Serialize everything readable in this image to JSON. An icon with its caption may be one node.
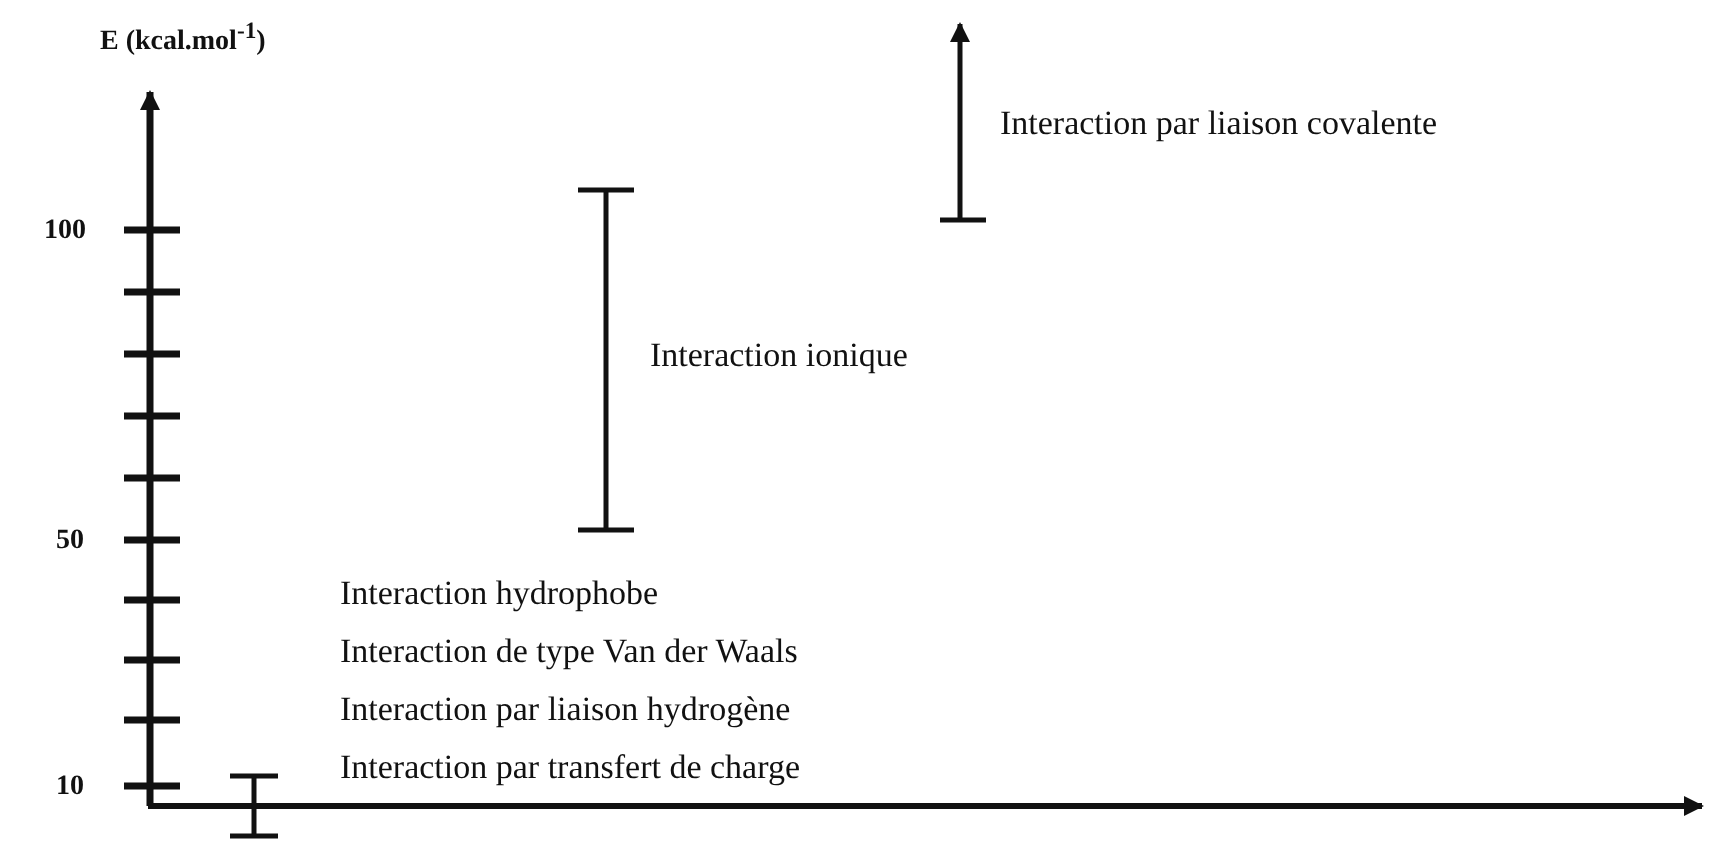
{
  "diagram": {
    "labels": [
      "E (kcal.mol$^{-1}$)",
      "Interaction par liaison covalente",
      "100",
      "Interaction ionique",
      "50",
      "Interaction hydrophobe",
      "Interaction de type Van der Waals",
      "Interaction par liaison hydrogène",
      "10",
      "Interaction par transfert de charge"
    ]
  }
}
